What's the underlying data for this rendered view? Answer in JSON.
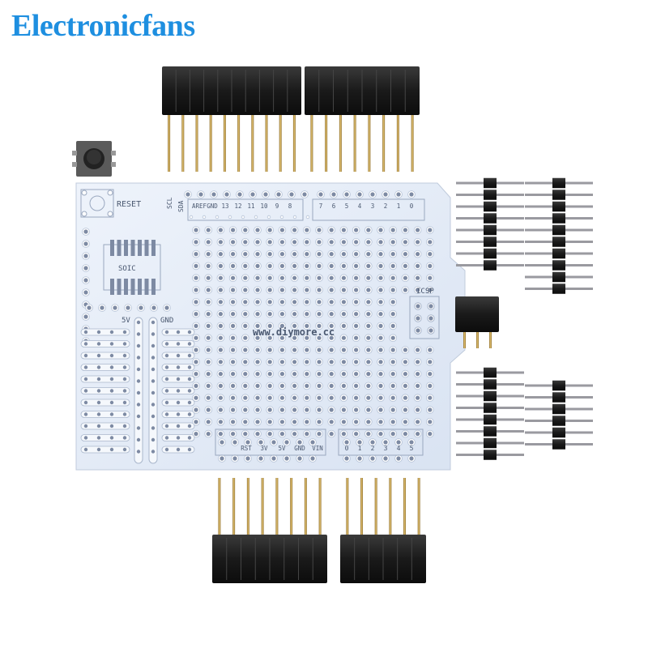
{
  "brand": {
    "name": "Electronicfans"
  },
  "board": {
    "website": "www.diymore.cc",
    "reset_label": "RESET",
    "soic_label": "SOIC",
    "icsp_label": "ICSP",
    "scl_label": "SCL",
    "sda_label": "SDA",
    "power_5v_label": "5V",
    "power_gnd_label": "GND",
    "digital_top_left": [
      "AREF",
      "GND",
      "13",
      "12",
      "11",
      "10",
      "9",
      "8"
    ],
    "digital_top_right": [
      "7",
      "6",
      "5",
      "4",
      "3",
      "2",
      "1",
      "0"
    ],
    "power_bottom": [
      "RST",
      "3V",
      "5V",
      "GND",
      "VIN"
    ],
    "analog_bottom": [
      "0",
      "1",
      "2",
      "3",
      "4",
      "5"
    ]
  },
  "colors": {
    "board": "#e4ecf8",
    "header_black": "#1a1a1a",
    "pin_gold": "#c8a24a",
    "brand_blue": "#1e8fe0"
  }
}
